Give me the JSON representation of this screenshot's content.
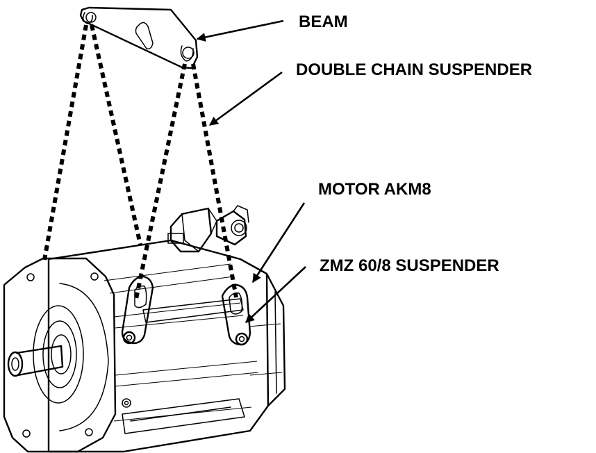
{
  "labels": {
    "beam": "BEAM",
    "double_chain_suspender": "DOUBLE CHAIN SUSPENDER",
    "motor": "MOTOR AKM8",
    "zmz_suspender": "ZMZ 60/8 SUSPENDER"
  }
}
